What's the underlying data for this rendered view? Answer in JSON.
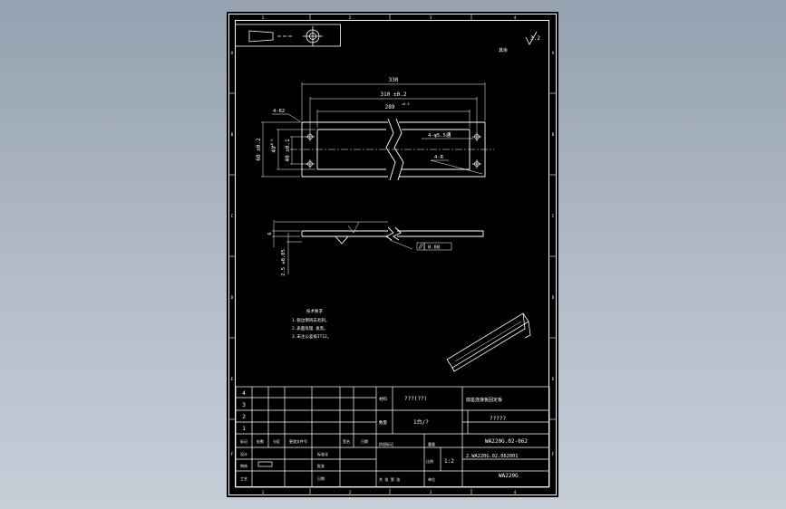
{
  "colors": {
    "background_top": "#95a1b0",
    "paper": "#000000",
    "line": "#ffffff",
    "dim": "#e8e8e8"
  },
  "border": {
    "top_zone_labels": [
      "1",
      "2",
      "3",
      "4"
    ],
    "bottom_zone_labels": [
      "1",
      "2",
      "3",
      "4"
    ],
    "side_zone_labels": [
      "A",
      "B",
      "C",
      "D",
      "E",
      "F"
    ]
  },
  "corner_mark": {
    "roughness": "3.2",
    "suffix_label": "其余"
  },
  "plan_view": {
    "dim_overall": "330",
    "dim_hole_pitch": "310 ±0.2",
    "dim_slot": "289",
    "dim_slot_tol": "+0.3",
    "dim_corner_radius": "4-R2",
    "dim_height": "60 ±0.2",
    "dim_slot_height": "49",
    "dim_slot_height_tol": "+0.3",
    "dim_hole_v_pitch": "40 ±0.1",
    "callout_holes": "4-φ5.5通",
    "callout_radius": "4-R"
  },
  "side_view": {
    "dim_thickness": "6",
    "dim_offset": "2.5 ±0.05",
    "flatness_value": "0.08"
  },
  "notes": {
    "title": "技术要求",
    "lines": [
      "1.锐边倒钝去毛刺。",
      "2.表面处理 发黑。",
      "3.未注公差按IT12。"
    ]
  },
  "title_block": {
    "rev_rows": [
      "4",
      "3",
      "2",
      "1"
    ],
    "material_label": "材料",
    "material_value": "???(??)",
    "quantity_label": "数量",
    "quantity_value": "1台/?",
    "part_name": "底座连接板固定板",
    "weight_value": "?????",
    "drawing_no": "WA220G.02-062",
    "doc_no": "2.WA220G.02.062001",
    "project": "WA220G",
    "scale_label": "比例",
    "scale_value": "1:2",
    "header_cells": [
      "标记",
      "处数",
      "分区",
      "更改文件号",
      "签名",
      "日期"
    ],
    "sign_rows": [
      "设计",
      "审核",
      "工艺"
    ],
    "sign_rows_mid": [
      "标准化",
      "批准",
      "日期"
    ],
    "stage_label": "阶段标记",
    "weight_label": "重量",
    "sheet_label": "共 张 第 张",
    "unit_label": "单位"
  }
}
